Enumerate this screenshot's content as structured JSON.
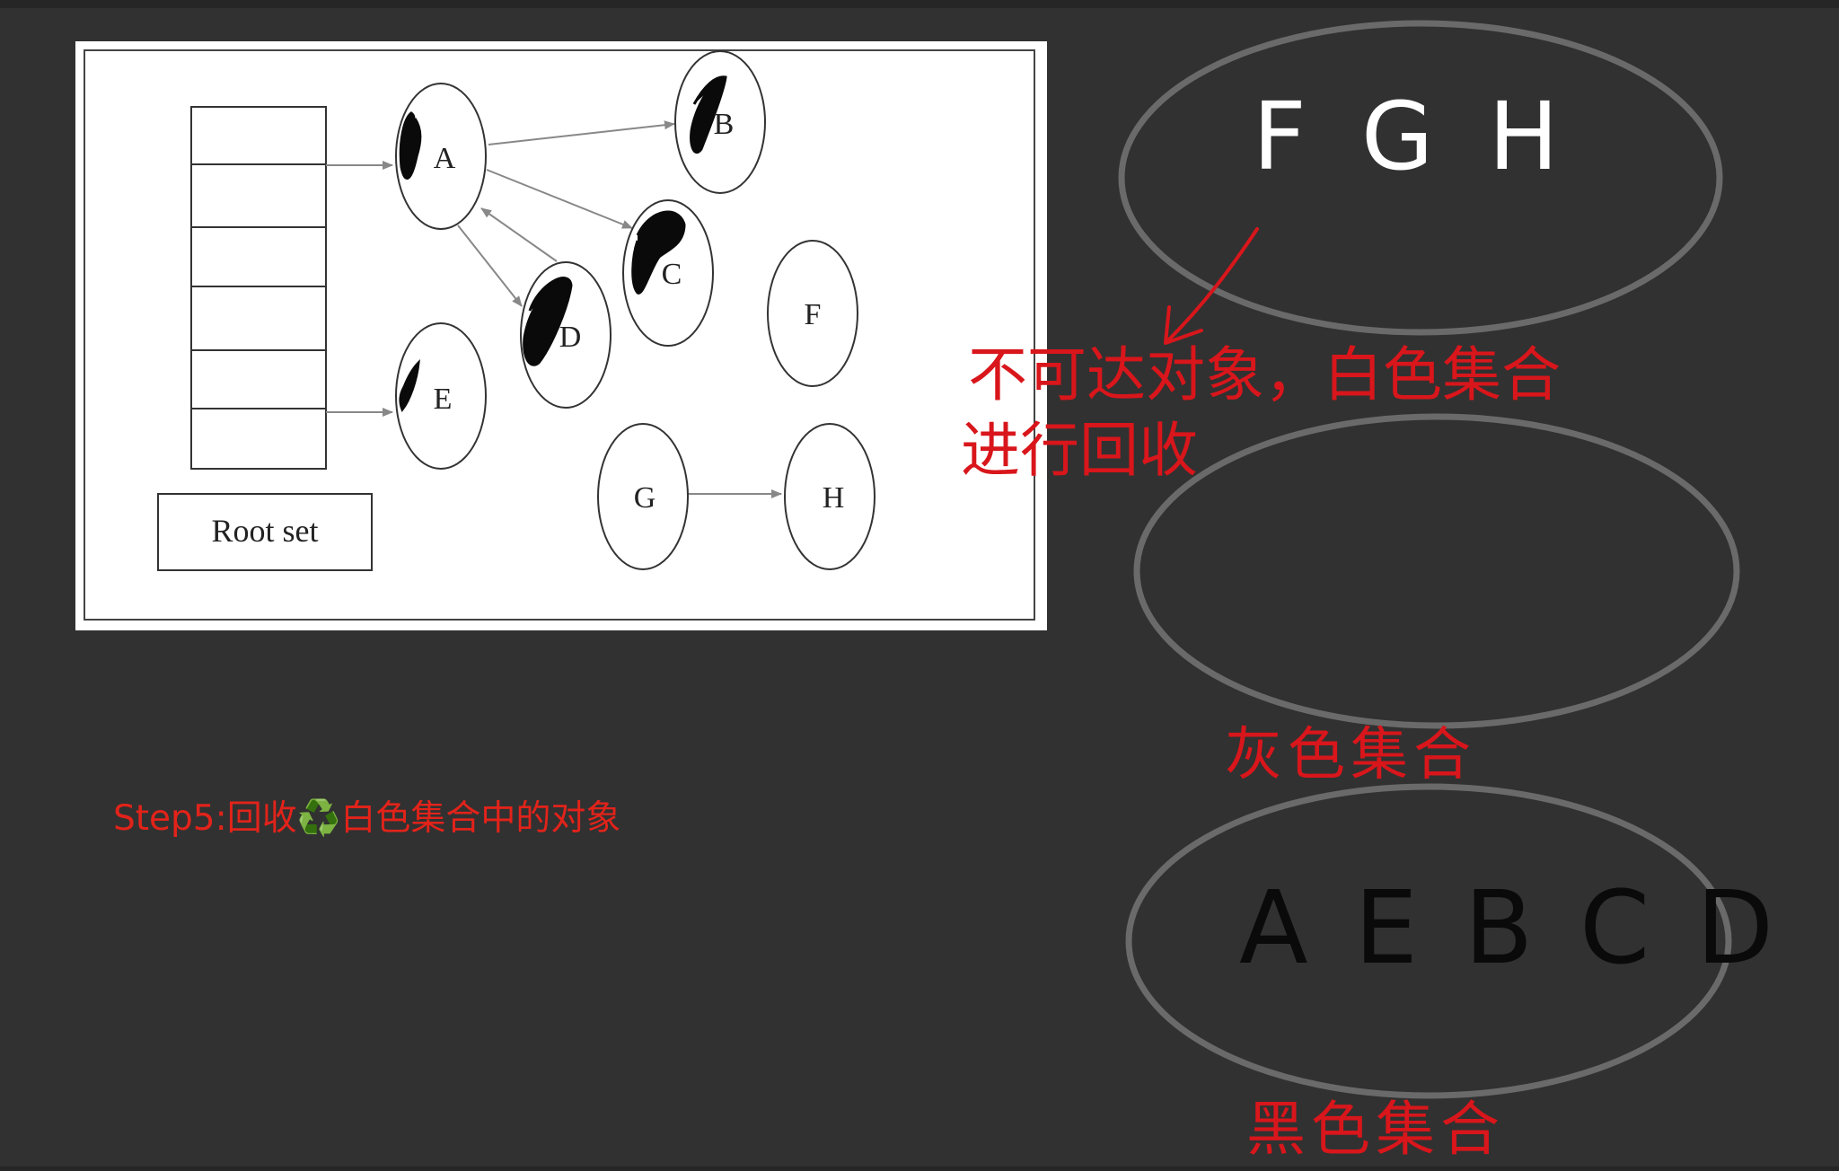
{
  "diagram": {
    "root_set_label": "Root set",
    "nodes": [
      {
        "id": "A",
        "label": "A",
        "marked": true
      },
      {
        "id": "B",
        "label": "B",
        "marked": true
      },
      {
        "id": "C",
        "label": "C",
        "marked": true
      },
      {
        "id": "D",
        "label": "D",
        "marked": true
      },
      {
        "id": "E",
        "label": "E",
        "marked": true
      },
      {
        "id": "F",
        "label": "F",
        "marked": false
      },
      {
        "id": "G",
        "label": "G",
        "marked": false
      },
      {
        "id": "H",
        "label": "H",
        "marked": false
      }
    ],
    "edges": [
      {
        "from": "root-slot-1",
        "to": "A"
      },
      {
        "from": "root-slot-5",
        "to": "E"
      },
      {
        "from": "A",
        "to": "B"
      },
      {
        "from": "A",
        "to": "C"
      },
      {
        "from": "A",
        "to": "D"
      },
      {
        "from": "D",
        "to": "A"
      },
      {
        "from": "G",
        "to": "H"
      }
    ]
  },
  "caption": {
    "prefix": "Step5:回收",
    "icon": "recycle-icon",
    "icon_glyph": "♻️",
    "suffix": "白色集合中的对象",
    "color": "#e2231a"
  },
  "annotations": {
    "white_set_contents": "F  G H",
    "white_set_note_line1": "不可达对象，白色集合",
    "white_set_note_line2": "进行回收",
    "gray_set_label": "灰色集合",
    "black_set_contents": "A  E B C D",
    "black_set_label": "黑色集合",
    "red_ink": "#d8161b"
  }
}
